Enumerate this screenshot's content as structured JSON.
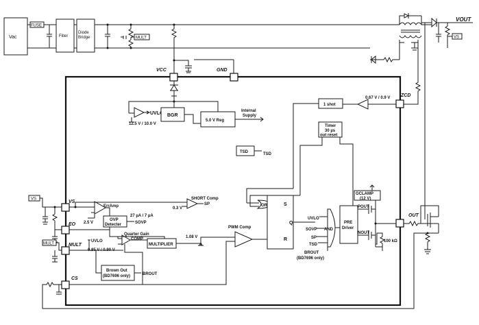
{
  "input": {
    "vac": "Vac",
    "fuse": "FUSE",
    "filter": "Filter",
    "bridge_line1": "Diode",
    "bridge_line2": "Bridge",
    "mult_tag": "MULT"
  },
  "output": {
    "vout": "VOUT",
    "vs_tag": "VS"
  },
  "pins": {
    "vcc": "VCC",
    "gnd": "GND",
    "zcd": "ZCD",
    "vs": "VS",
    "eo": "EO",
    "mult": "MULT",
    "cs": "CS",
    "out": "OUT"
  },
  "external_tags": {
    "vs": "VS",
    "mult": "MULT"
  },
  "blocks": {
    "bgr": "BGR",
    "reg": "5.0 V Reg",
    "internal_supply_1": "Internal",
    "internal_supply_2": "Supply",
    "uvlo_out": "UVLO",
    "uvlo_thresh": "12.5 V / 10.0 V",
    "one_shot": "1 shot",
    "zcd_thresh": "0.67 V / 0.9 V",
    "timer_1": "Timer",
    "timer_2": "30 µs",
    "timer_3": "out  reset",
    "tsd_box": "TSD",
    "tsd_out": "TSD",
    "short_comp": "SHORT Comp",
    "short_sp": "SP",
    "short_ref": "0.3 V",
    "erramp": "ErrAmp",
    "ref_2v5": "2.5 V",
    "ovp_current": "27 µA / 7 µA",
    "ovp_1": "OVP",
    "ovp_2": "Detecter",
    "sovp": "SOVP",
    "quarter_gain_1": "Quarter Gain",
    "quarter_gain_2": "COMP",
    "mult_uvlo": "UVLO",
    "mult_thresh": "0.85 V / 0.90 V",
    "multiplier": "MULTIPLIER",
    "clamp_1v08": "1.08 V",
    "pwm_comp": "PWM Comp",
    "or_gate": "OR",
    "ff_s": "S",
    "ff_q": "Q",
    "ff_r": "R",
    "and_uvlo": "UVLO",
    "and_sovp": "SOVP",
    "and_sp": "SP",
    "and_tsd": "TSD",
    "and_gate": "AND",
    "pre_driver_1": "PRE",
    "pre_driver_2": "Driver",
    "brout_and": "BROUT",
    "bd_only": "(BD7696 only)",
    "gclamp_1": "GCLAMP",
    "gclamp_2": "(12 V)",
    "pout": "POUT",
    "nout": "NOUT",
    "r100k": "100 kΩ",
    "brown_out_1": "Brown Out",
    "brown_out_2": "(BD7696 only)",
    "brout": "BROUT"
  }
}
